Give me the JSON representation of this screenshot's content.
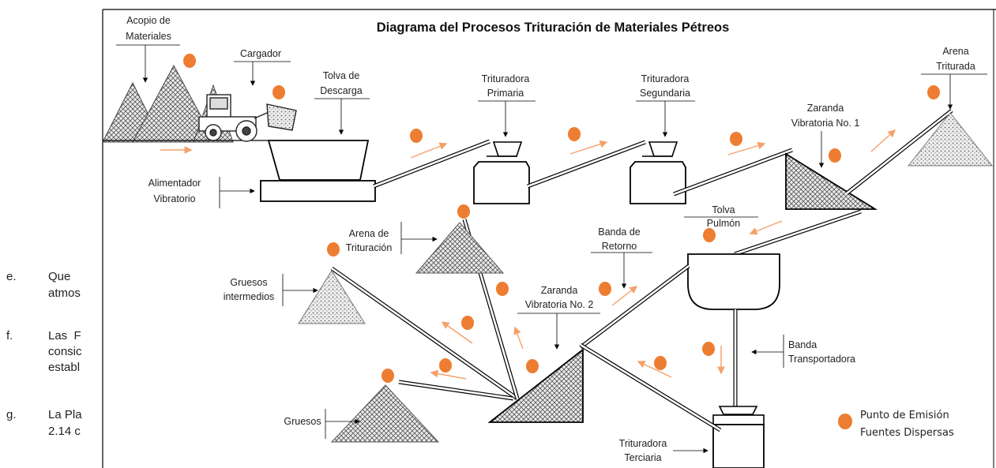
{
  "document": {
    "items": [
      {
        "letter": "e.",
        "lines": [
          "Que",
          "atmos"
        ]
      },
      {
        "letter": "f.",
        "lines": [
          "Las  F",
          "consic",
          "establ"
        ]
      },
      {
        "letter": "g.",
        "lines": [
          "La Pla",
          "2.14 c"
        ]
      }
    ]
  },
  "diagram": {
    "title": "Diagrama del Procesos Trituración de Materiales Pétreos",
    "labels": {
      "acopio": [
        "Acopio de",
        "Materiales"
      ],
      "cargador": [
        "Cargador"
      ],
      "tolva_descarga": [
        "Tolva de",
        "Descarga"
      ],
      "alimentador": [
        "Alimentador",
        "Vibratorio"
      ],
      "trituradora_primaria": [
        "Trituradora",
        "Primaria"
      ],
      "trituradora_segundaria": [
        "Trituradora",
        "Segundaria"
      ],
      "zaranda_1": [
        "Zaranda",
        "Vibratoria No. 1"
      ],
      "arena_triturada": [
        "Arena",
        "Triturada"
      ],
      "tolva_pulmon": [
        "Tolva",
        "Pulmón"
      ],
      "banda_retorno": [
        "Banda de",
        "Retorno"
      ],
      "arena_trituracion": [
        "Arena de",
        "Trituración"
      ],
      "gruesos_intermedios": [
        "Gruesos",
        "intermedios"
      ],
      "zaranda_2": [
        "Zaranda",
        "Vibratoria No. 2"
      ],
      "banda_transportadora": [
        "Banda",
        "Transportadora"
      ],
      "gruesos": [
        "Gruesos"
      ],
      "trituradora_terciaria": [
        "Trituradora",
        "Terciaria"
      ]
    },
    "legend": {
      "lines": [
        "Punto de Emisión",
        "Fuentes Dispersas"
      ],
      "marker_color": "#ED7D31"
    },
    "colors": {
      "emission_point": "#ED7D31",
      "flow_arrow": "#F4A06A",
      "line": "#000000",
      "pile_hatch": "#555555",
      "pile_fill": "#e8e8e8"
    }
  }
}
